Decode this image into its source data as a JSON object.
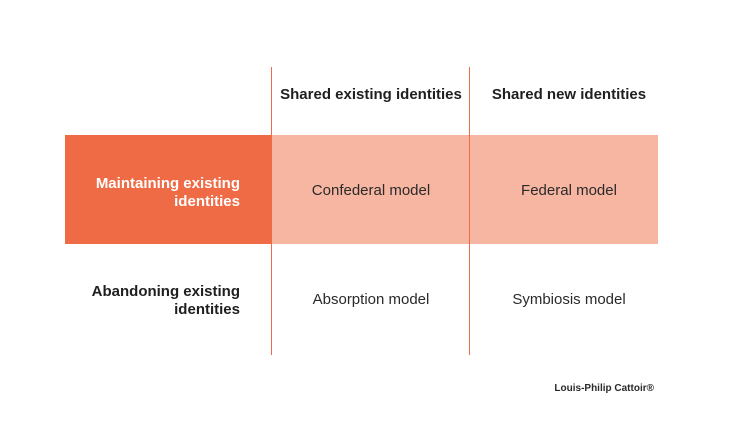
{
  "columns": [
    {
      "label": "Shared existing identities"
    },
    {
      "label": "Shared new identities"
    }
  ],
  "rows": [
    {
      "label": "Maintaining existing identities",
      "cells": [
        "Confederal model",
        "Federal model"
      ]
    },
    {
      "label": "Abandoning existing identities",
      "cells": [
        "Absorption model",
        "Symbiosis model"
      ]
    }
  ],
  "credit": "Louis-Philip Cattoir®",
  "colors": {
    "accent": "#ef6b45",
    "highlight_band": "#f7b6a1",
    "text": "#1f1f1f",
    "background": "#ffffff"
  }
}
